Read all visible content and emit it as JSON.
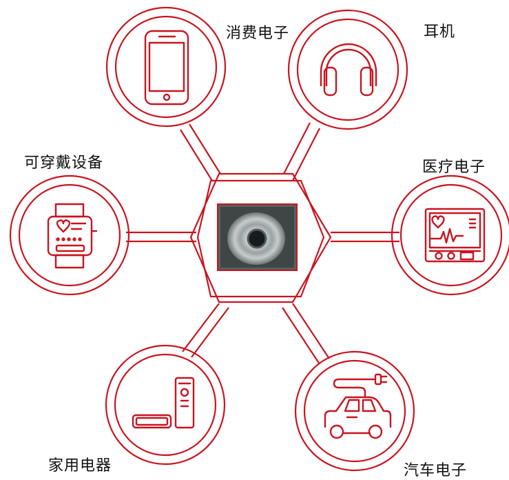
{
  "diagram": {
    "accent_color": "#c8141e",
    "center": {
      "image": "component-image"
    },
    "nodes": [
      {
        "id": "consumer",
        "label": "消费电子",
        "icon": "smartphone-icon"
      },
      {
        "id": "earphone",
        "label": "耳机",
        "icon": "headphones-icon"
      },
      {
        "id": "wearable",
        "label": "可穿戴设备",
        "icon": "smartwatch-icon"
      },
      {
        "id": "medical",
        "label": "医疗电子",
        "icon": "medical-monitor-icon"
      },
      {
        "id": "appliance",
        "label": "家用电器",
        "icon": "remote-and-soundbar-icon"
      },
      {
        "id": "auto",
        "label": "汽车电子",
        "icon": "electric-car-icon"
      }
    ]
  }
}
